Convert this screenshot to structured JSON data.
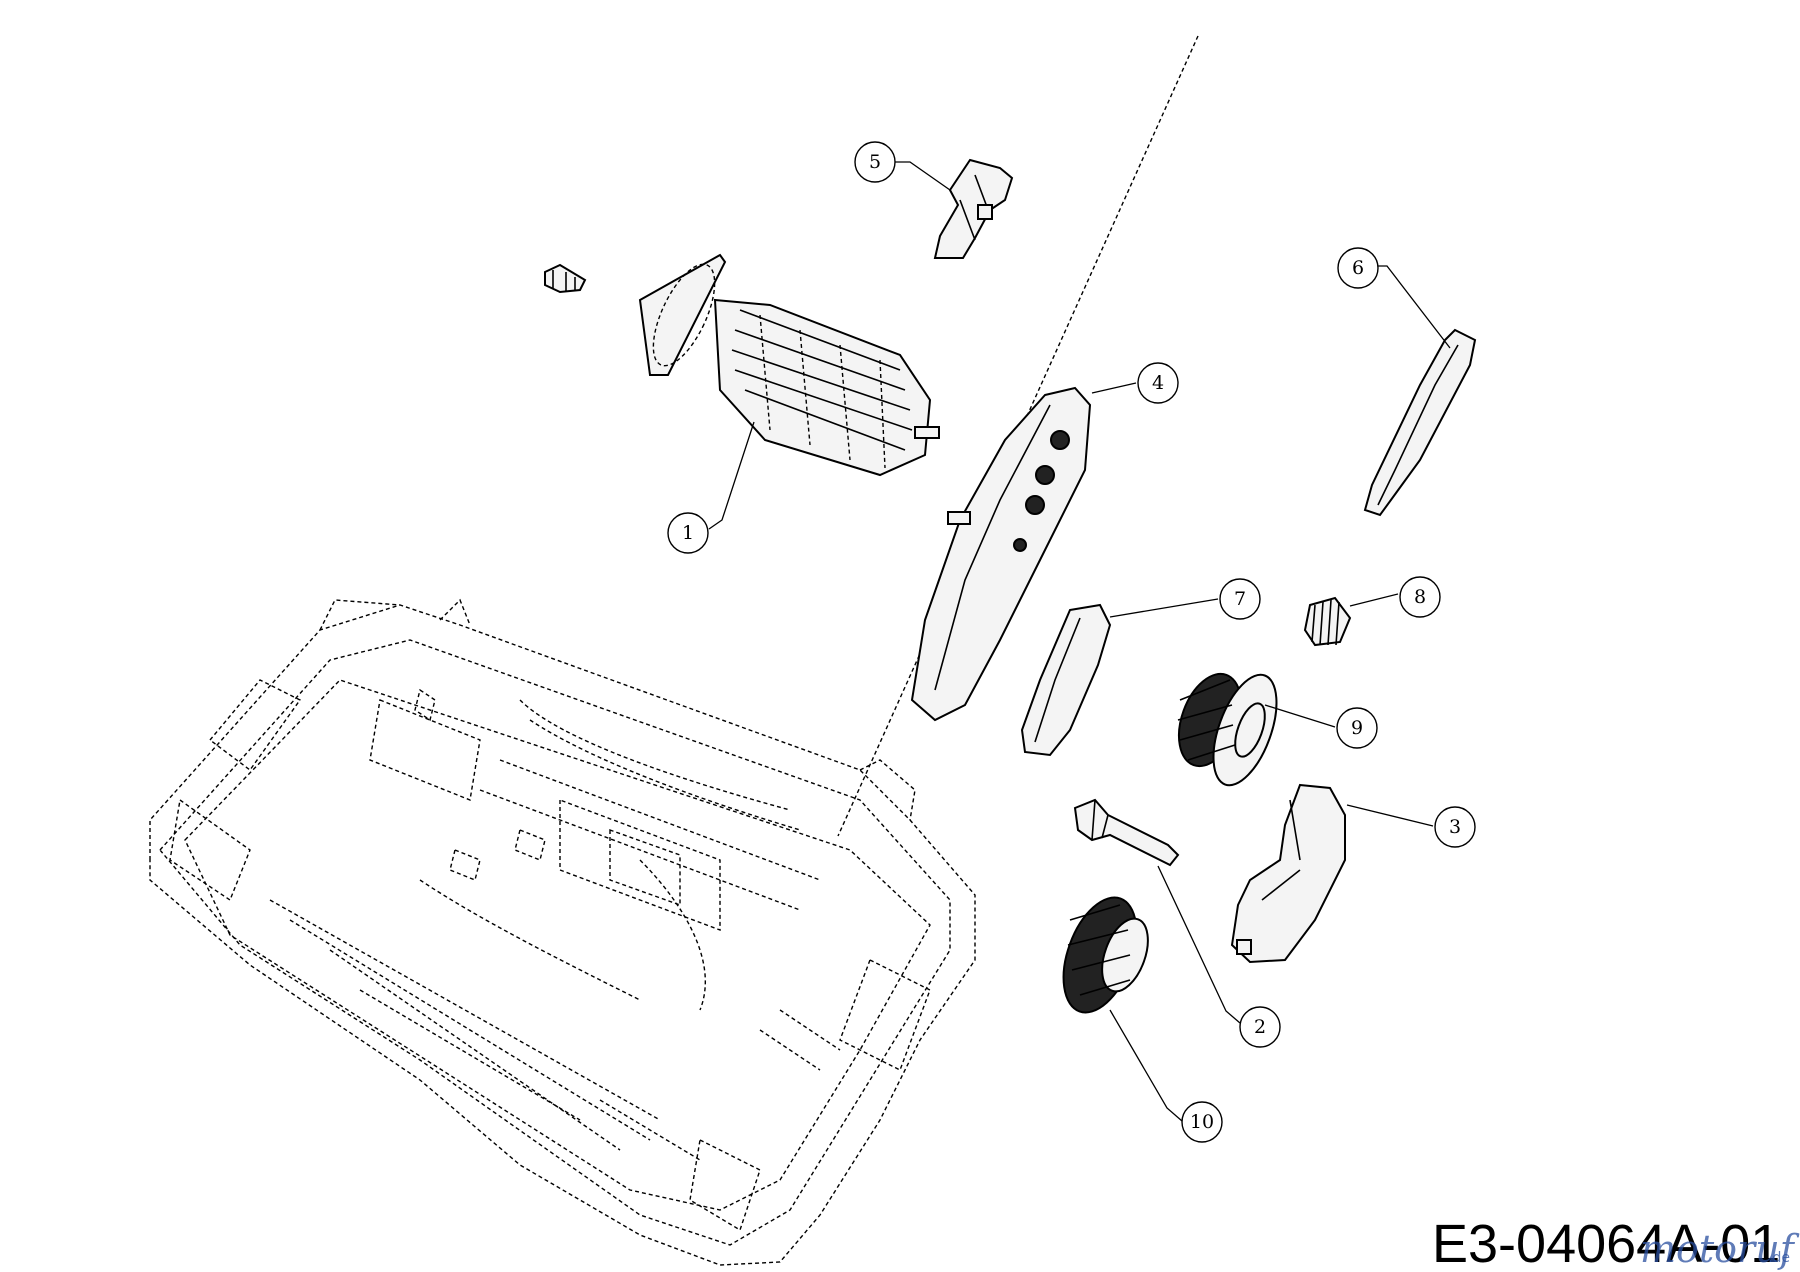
{
  "drawing_number": "E3-04064A-01",
  "watermark": {
    "brand": "motoruf",
    "suffix": ".de",
    "color": "#2a4fa0"
  },
  "callouts": [
    "1",
    "2",
    "3",
    "4",
    "5",
    "6",
    "7",
    "8",
    "9",
    "10"
  ]
}
